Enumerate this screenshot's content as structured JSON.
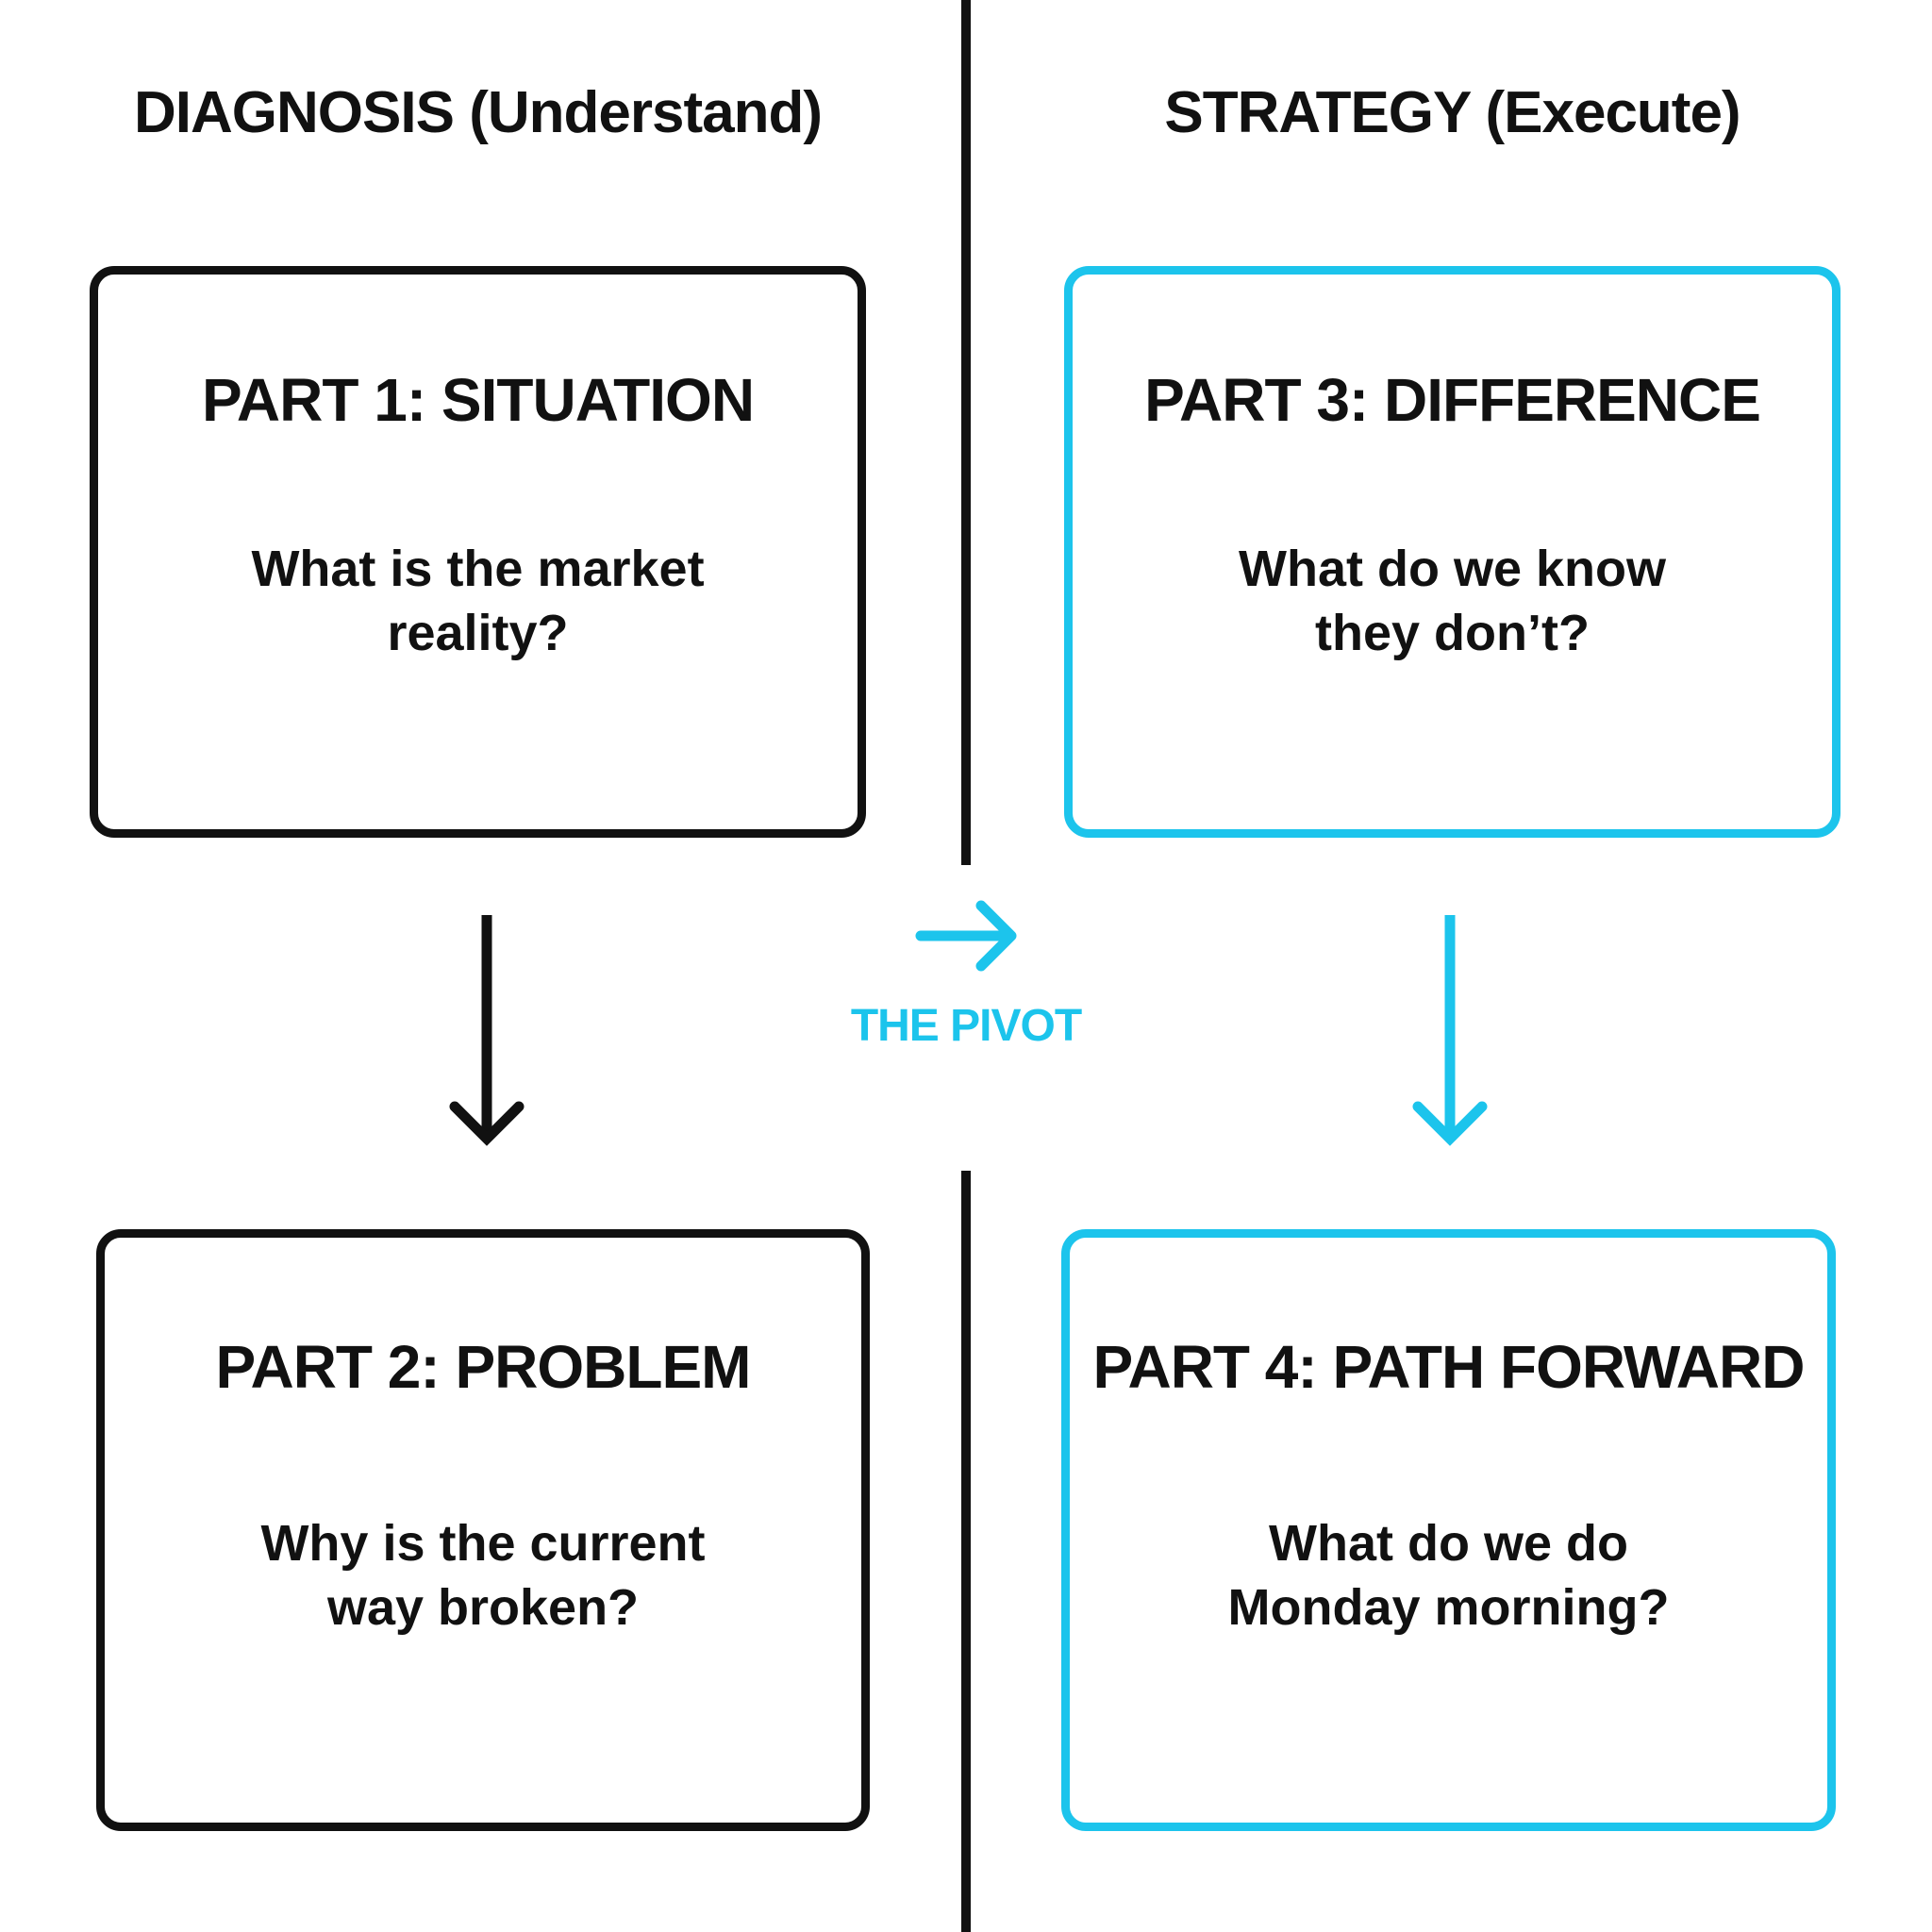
{
  "columns": {
    "left": {
      "header": "DIAGNOSIS (Understand)"
    },
    "right": {
      "header": "STRATEGY (Execute)"
    }
  },
  "cards": [
    {
      "title": "PART 1: SITUATION",
      "line1": "What is the market",
      "line2": "reality?",
      "border_color": "#111111"
    },
    {
      "title": "PART 2: PROBLEM",
      "line1": "Why is the current",
      "line2": "way broken?",
      "border_color": "#111111"
    },
    {
      "title": "PART 3: DIFFERENCE",
      "line1": "What do we know",
      "line2": "they don’t?",
      "border_color": "#1cc4ec"
    },
    {
      "title": "PART 4: PATH FORWARD",
      "line1": "What do we do",
      "line2": "Monday morning?",
      "border_color": "#1cc4ec"
    }
  ],
  "pivot": {
    "label": "THE PIVOT",
    "icon": "arrow-right-icon",
    "color": "#1cc4ec"
  },
  "arrows": {
    "left": {
      "icon": "arrow-down-icon",
      "color": "#111111"
    },
    "right": {
      "icon": "arrow-down-icon",
      "color": "#1cc4ec"
    }
  },
  "colors": {
    "accent": "#1cc4ec",
    "ink": "#111111",
    "background": "#ffffff"
  }
}
